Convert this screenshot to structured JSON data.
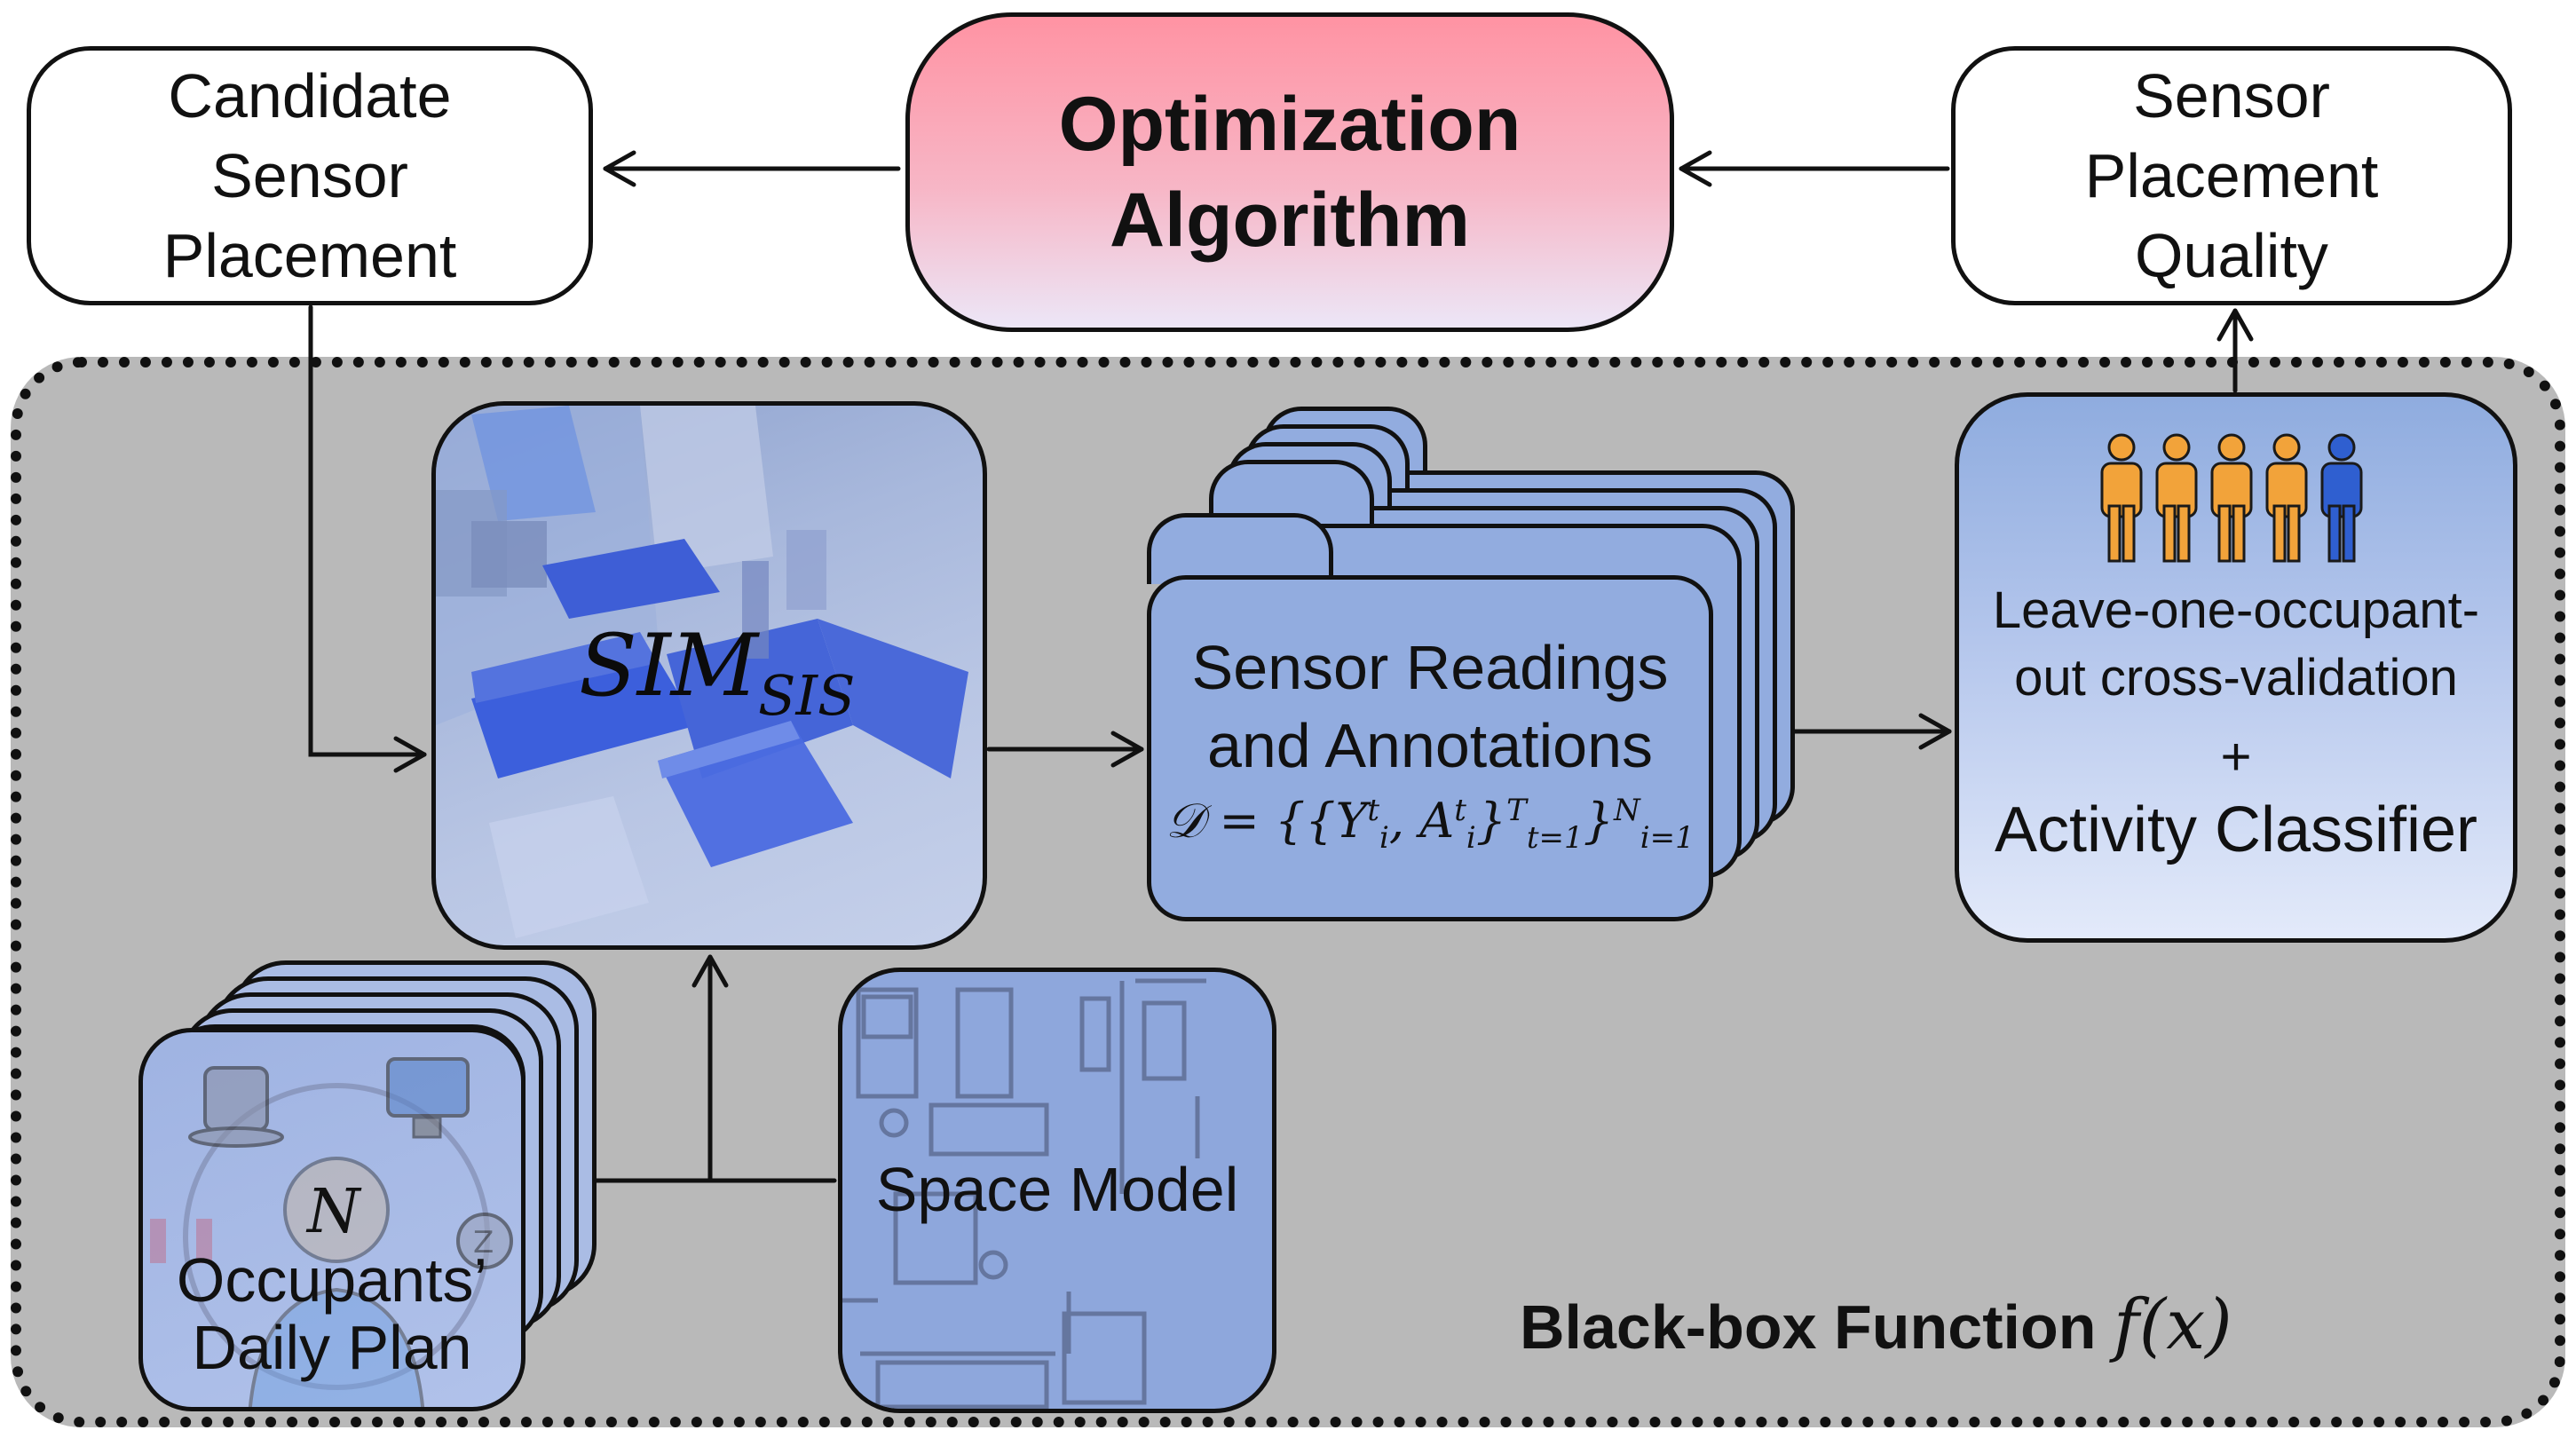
{
  "candidate": {
    "text": "Candidate\nSensor\nPlacement"
  },
  "optimization": {
    "text": "Optimization\nAlgorithm"
  },
  "quality": {
    "text": "Sensor\nPlacement\nQuality"
  },
  "simulator": {
    "name": "SIM",
    "subscript": "SIS"
  },
  "readings": {
    "text": "Sensor Readings\nand Annotations"
  },
  "formula": {
    "script_d": "𝒟",
    "eq": " = {{",
    "y": "Y",
    "y_sub": "i",
    "y_sup": "t",
    "comma": ", ",
    "a": "A",
    "a_sub": "i",
    "a_sup": "t",
    "close1": "}",
    "sub1": "t=1",
    "sup1": "T",
    "close2": "}",
    "sub2": "i=1",
    "sup2": "N"
  },
  "classifier": {
    "line1": "Leave-one-occupant-\nout cross-validation",
    "plus": "+",
    "line2": "Activity Classifier"
  },
  "occupants": {
    "n": "N",
    "text": "Occupants’\nDaily Plan"
  },
  "space": {
    "label": "Space Model"
  },
  "blackbox": {
    "label": "Black-box Function",
    "func": "f(x)"
  },
  "colors": {
    "occupant_icon": "#f2a33a",
    "occupant_highlight": "#2f5fd0",
    "opt_top": "#ff93a3",
    "opt_bottom": "#ece6f7",
    "background_gray": "#b9b9b9"
  }
}
